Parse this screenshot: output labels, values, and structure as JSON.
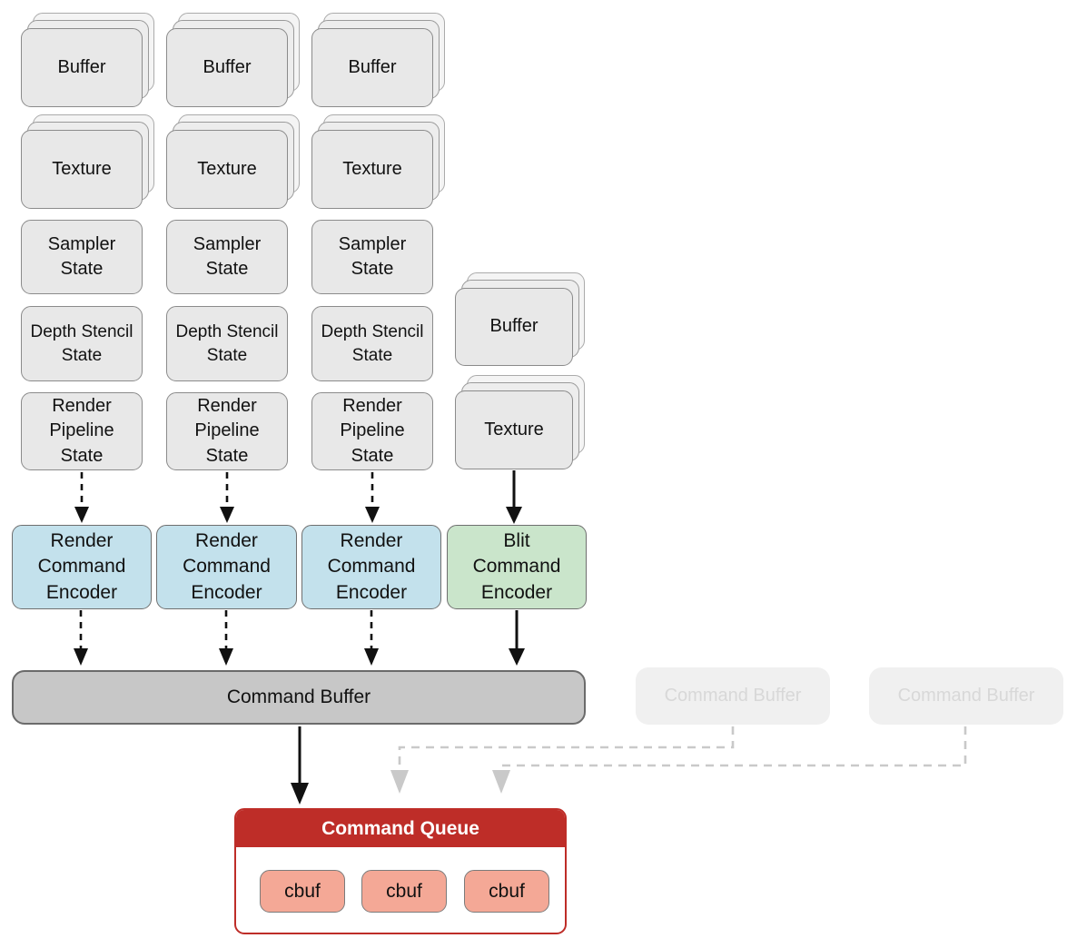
{
  "columns": [
    {
      "buffer": "Buffer",
      "texture": "Texture",
      "sampler": "Sampler\nState",
      "depth_stencil": "Depth Stencil\nState",
      "render_pipeline": "Render\nPipeline\nState"
    },
    {
      "buffer": "Buffer",
      "texture": "Texture",
      "sampler": "Sampler\nState",
      "depth_stencil": "Depth Stencil\nState",
      "render_pipeline": "Render\nPipeline\nState"
    },
    {
      "buffer": "Buffer",
      "texture": "Texture",
      "sampler": "Sampler\nState",
      "depth_stencil": "Depth Stencil\nState",
      "render_pipeline": "Render\nPipeline\nState"
    }
  ],
  "transfer_column": {
    "buffer": "Buffer",
    "texture": "Texture"
  },
  "encoders": {
    "render_1": "Render\nCommand\nEncoder",
    "render_2": "Render\nCommand\nEncoder",
    "render_3": "Render\nCommand\nEncoder",
    "blit": "Blit\nCommand\nEncoder"
  },
  "command_buffer_label": "Command Buffer",
  "faded_command_buffers": {
    "left": "Command Buffer",
    "right": "Command Buffer"
  },
  "command_queue": {
    "title": "Command Queue",
    "cbufs": [
      "cbuf",
      "cbuf",
      "cbuf"
    ]
  },
  "colors": {
    "resource_fill": "#e8e8e8",
    "render_encoder_fill": "#c3e1ec",
    "blit_encoder_fill": "#cae5cb",
    "command_buffer_fill": "#c7c7c7",
    "faded_buffer_fill": "#f0f0f0",
    "faded_text": "#d8d8d8",
    "queue_red": "#be2d28",
    "cbuf_fill": "#f4a896",
    "arrow_black": "#111111",
    "arrow_gray": "#c9c9c9"
  }
}
